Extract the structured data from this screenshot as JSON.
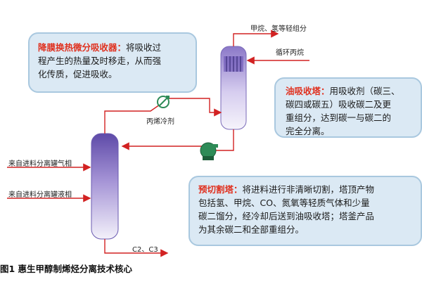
{
  "streams": {
    "top_product": "甲烷、氢等轻组分",
    "recycle_propane": "循环丙烷",
    "propane_refrigerant": "丙烯冷剂",
    "feed_gas": "来自进料分离罐气相",
    "feed_liquid": "来自进料分离罐液相",
    "bottom_product": "C2、C3"
  },
  "callouts": {
    "membrane": {
      "title": "降膜换热微分吸收器：",
      "lines": [
        "将吸收过",
        "程产生的热量及时移走，从而强",
        "化传质，促进吸收。"
      ]
    },
    "oil_absorber": {
      "title": "油吸收塔：",
      "lines": [
        "用吸收剂（碳三、",
        "碳四或碳五）吸收碳二及更",
        "重组分，达到碳一与碳二的",
        "完全分离。"
      ]
    },
    "precut": {
      "title": "预切割塔：",
      "lines": [
        "将进料进行非清晰切割，塔顶产物",
        "包括氢、甲烷、CO、氮氧等轻质气体和少量",
        "碳二馏分，经冷却后送到油吸收塔；塔釜产品",
        "为其余碳二和全部重组分。"
      ]
    }
  },
  "caption": "图1 惠生甲醇制烯烃分离技术核心",
  "colors": {
    "column_top": "#6a55b5",
    "column_bottom": "#f0eef8",
    "pipe": "#d22222",
    "pump": "#2e8b57",
    "exchanger": "#2e8b57",
    "callout_bg": "#dbe9f4",
    "title": "#e0301e"
  }
}
